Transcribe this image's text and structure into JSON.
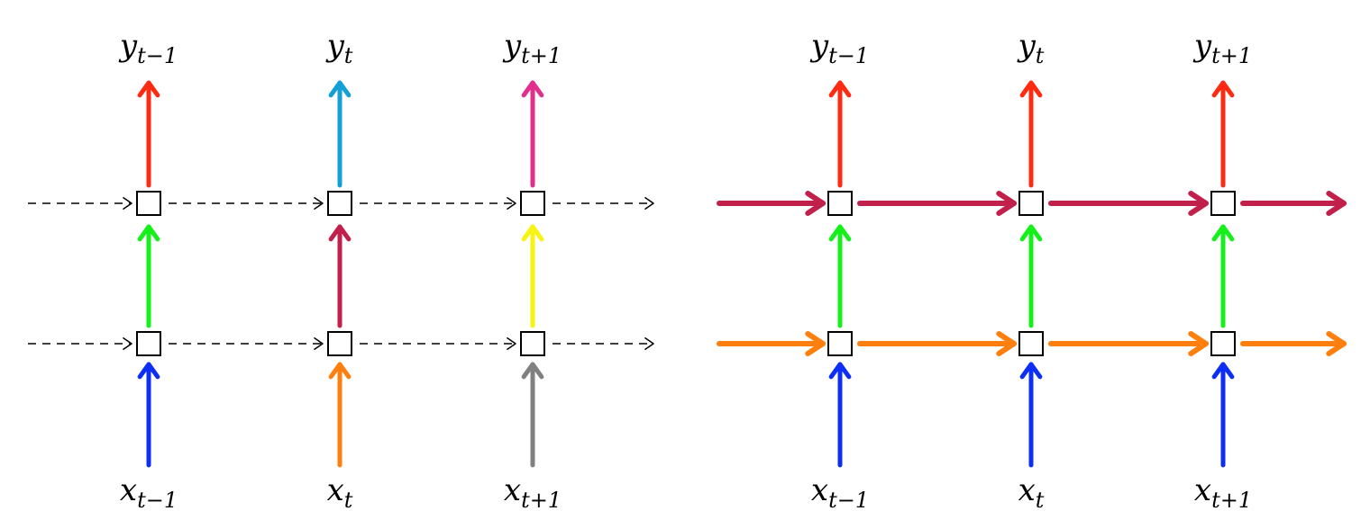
{
  "colors": {
    "red": "#ff2a12",
    "cyan": "#12a0d6",
    "magenta": "#e12f8e",
    "green": "#16f01a",
    "crimson": "#c0204a",
    "yellow": "#f7f312",
    "blue": "#0d2ff5",
    "orange": "#ff7f0e",
    "gray": "#808080",
    "black": "#000000"
  },
  "left_diagram": {
    "top_labels": [
      {
        "base": "y",
        "sub": "t−1"
      },
      {
        "base": "y",
        "sub": "t"
      },
      {
        "base": "y",
        "sub": "t+1"
      }
    ],
    "bottom_labels": [
      {
        "base": "x",
        "sub": "t−1"
      },
      {
        "base": "x",
        "sub": "t"
      },
      {
        "base": "x",
        "sub": "t+1"
      }
    ],
    "output_arrow_colors": [
      "red",
      "cyan",
      "magenta"
    ],
    "middle_arrow_colors": [
      "green",
      "crimson",
      "yellow"
    ],
    "input_arrow_colors": [
      "blue",
      "orange",
      "gray"
    ],
    "horizontal_style": "dashed",
    "horizontal_color": "black"
  },
  "right_diagram": {
    "top_labels": [
      {
        "base": "y",
        "sub": "t−1"
      },
      {
        "base": "y",
        "sub": "t"
      },
      {
        "base": "y",
        "sub": "t+1"
      }
    ],
    "bottom_labels": [
      {
        "base": "x",
        "sub": "t−1"
      },
      {
        "base": "x",
        "sub": "t"
      },
      {
        "base": "x",
        "sub": "t+1"
      }
    ],
    "output_arrow_colors": [
      "red",
      "red",
      "red"
    ],
    "middle_arrow_colors": [
      "green",
      "green",
      "green"
    ],
    "input_arrow_colors": [
      "blue",
      "blue",
      "blue"
    ],
    "horizontal_style": "solid",
    "top_row_horizontal_color": "crimson",
    "bottom_row_horizontal_color": "orange"
  }
}
